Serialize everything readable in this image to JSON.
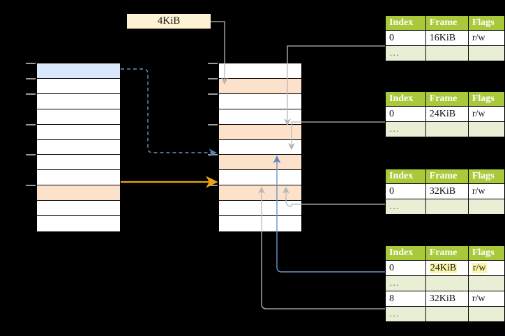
{
  "diagram": {
    "title_label": "4KiB",
    "colors": {
      "header_green": "#a9c93b",
      "row_green": "#e9efd5",
      "highlight_yellow": "#fbf5a8",
      "label_yellow": "#fdf3d3",
      "row_blue": "#d9e8fb",
      "row_orange": "#fde2cb",
      "arrow_orange": "#e8a317",
      "arrow_blue": "#6d94c4",
      "arrow_grey": "#b3b3b3"
    },
    "left_column": {
      "name": "page-directory",
      "row_count": 11,
      "rows": [
        {
          "fill": "blue"
        },
        {
          "fill": "white"
        },
        {
          "fill": "white"
        },
        {
          "fill": "white"
        },
        {
          "fill": "white"
        },
        {
          "fill": "white"
        },
        {
          "fill": "white"
        },
        {
          "fill": "white"
        },
        {
          "fill": "orange"
        },
        {
          "fill": "white"
        },
        {
          "fill": "white"
        }
      ],
      "ticks": [
        0,
        1,
        2,
        4,
        6,
        8
      ]
    },
    "middle_column": {
      "name": "page-table",
      "row_count": 11,
      "rows": [
        {
          "fill": "white"
        },
        {
          "fill": "orange"
        },
        {
          "fill": "white"
        },
        {
          "fill": "white"
        },
        {
          "fill": "orange"
        },
        {
          "fill": "white"
        },
        {
          "fill": "orange"
        },
        {
          "fill": "white"
        },
        {
          "fill": "orange"
        },
        {
          "fill": "white"
        },
        {
          "fill": "white"
        }
      ],
      "ticks": [
        0,
        1,
        2,
        4,
        6,
        8
      ]
    },
    "tables": [
      {
        "name": "frame-table-1",
        "headers": [
          "Index",
          "Frame",
          "Flags"
        ],
        "rows": [
          {
            "cells": [
              "0",
              "16KiB",
              "r/w"
            ],
            "kind": "data",
            "highlight": []
          },
          {
            "cells": [
              "…",
              "",
              ""
            ],
            "kind": "dots",
            "highlight": []
          }
        ]
      },
      {
        "name": "frame-table-2",
        "headers": [
          "Index",
          "Frame",
          "Flags"
        ],
        "rows": [
          {
            "cells": [
              "0",
              "24KiB",
              "r/w"
            ],
            "kind": "data",
            "highlight": []
          },
          {
            "cells": [
              "…",
              "",
              ""
            ],
            "kind": "dots",
            "highlight": []
          }
        ]
      },
      {
        "name": "frame-table-3",
        "headers": [
          "Index",
          "Frame",
          "Flags"
        ],
        "rows": [
          {
            "cells": [
              "0",
              "32KiB",
              "r/w"
            ],
            "kind": "data",
            "highlight": []
          },
          {
            "cells": [
              "…",
              "",
              ""
            ],
            "kind": "dots",
            "highlight": []
          }
        ]
      },
      {
        "name": "frame-table-4",
        "headers": [
          "Index",
          "Frame",
          "Flags"
        ],
        "rows": [
          {
            "cells": [
              "0",
              "24KiB",
              "r/w"
            ],
            "kind": "data",
            "highlight": [
              1,
              2
            ]
          },
          {
            "cells": [
              "…",
              "",
              ""
            ],
            "kind": "dots",
            "highlight": []
          },
          {
            "cells": [
              "8",
              "32KiB",
              "r/w"
            ],
            "kind": "data",
            "highlight": []
          },
          {
            "cells": [
              "…",
              "",
              ""
            ],
            "kind": "dots",
            "highlight": []
          }
        ]
      }
    ]
  }
}
